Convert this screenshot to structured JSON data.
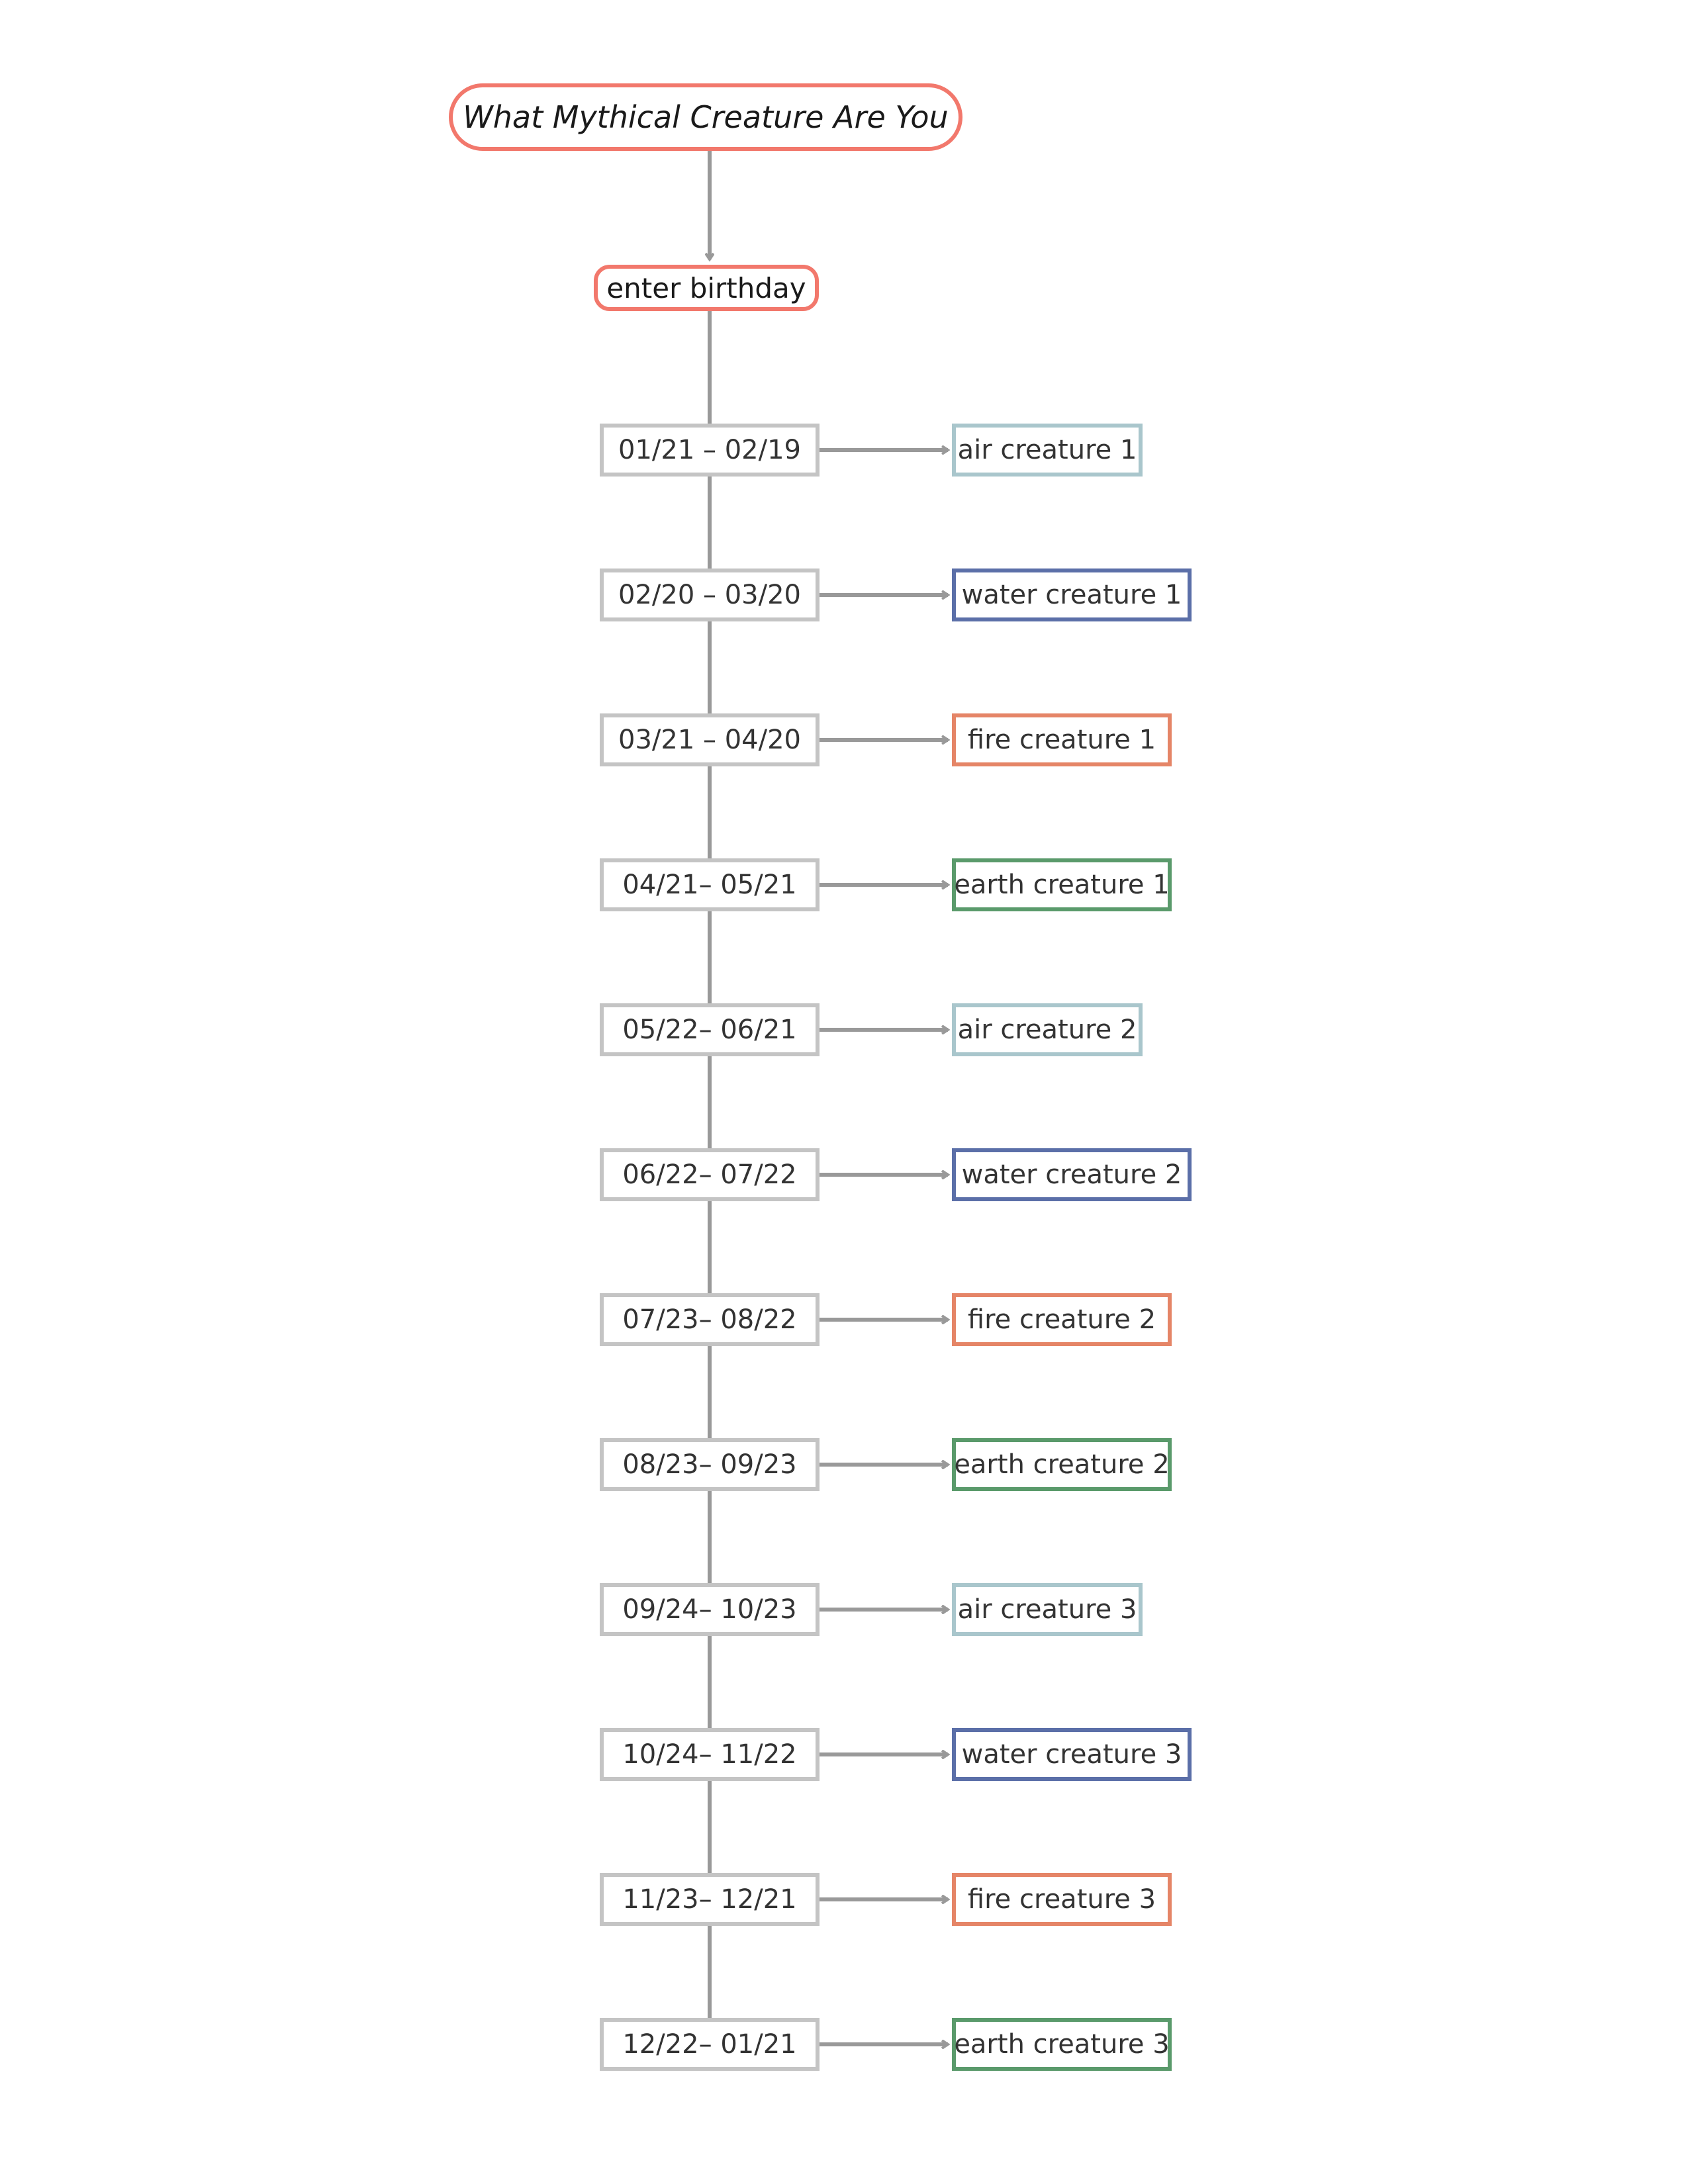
{
  "diagram": {
    "title": "What Mythical Creature Are You",
    "start": "enter birthday",
    "colors": {
      "title_border": "#F2786C",
      "connector": "#999999",
      "date_border": "#C4C4C4",
      "air": "#A9C6CC",
      "water": "#5B6FA8",
      "fire": "#E58567",
      "earth": "#5A9A6B"
    },
    "rows": [
      {
        "date": "01/21 – 02/19",
        "creature": "air creature 1",
        "element": "air"
      },
      {
        "date": "02/20 – 03/20",
        "creature": "water creature 1",
        "element": "water"
      },
      {
        "date": "03/21 – 04/20",
        "creature": "fire creature 1",
        "element": "fire"
      },
      {
        "date": "04/21– 05/21",
        "creature": "earth creature 1",
        "element": "earth"
      },
      {
        "date": "05/22– 06/21",
        "creature": "air creature 2",
        "element": "air"
      },
      {
        "date": "06/22– 07/22",
        "creature": "water creature 2",
        "element": "water"
      },
      {
        "date": "07/23– 08/22",
        "creature": "fire creature 2",
        "element": "fire"
      },
      {
        "date": "08/23– 09/23",
        "creature": "earth creature 2",
        "element": "earth"
      },
      {
        "date": "09/24– 10/23",
        "creature": "air creature 3",
        "element": "air"
      },
      {
        "date": "10/24– 11/22",
        "creature": "water creature 3",
        "element": "water"
      },
      {
        "date": "11/23– 12/21",
        "creature": "fire creature 3",
        "element": "fire"
      },
      {
        "date": "12/22– 01/21",
        "creature": "earth creature 3",
        "element": "earth"
      }
    ]
  }
}
